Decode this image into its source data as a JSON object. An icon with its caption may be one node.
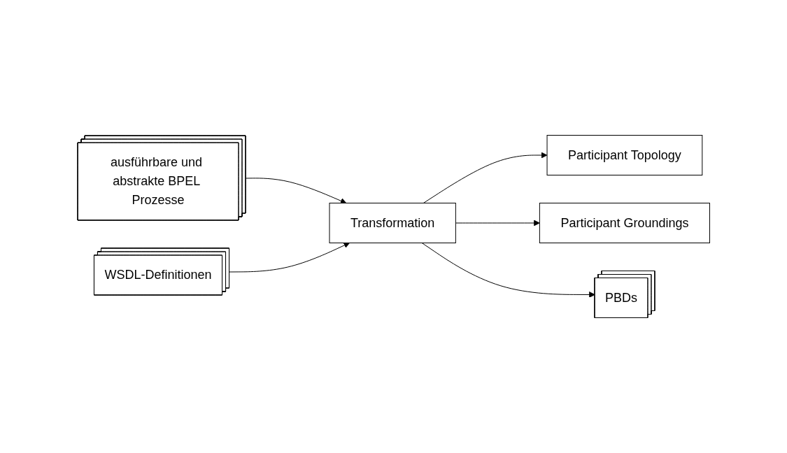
{
  "diagram": {
    "nodes": [
      {
        "text": [
          "ausführbare und abstrakte BPEL Prozesse"
        ]
      },
      {
        "text": [
          "WSDL-Definitionen"
        ]
      },
      {
        "text": [
          "Transformation"
        ]
      },
      {
        "text": [
          "Participant Topology"
        ]
      },
      {
        "text": [
          "Participant Groundings"
        ]
      },
      {
        "text": [
          "PBDs"
        ]
      }
    ],
    "edges": [
      {
        "from": 0,
        "to": 2,
        "arrow": "to"
      },
      {
        "from": 1,
        "to": 2,
        "arrow": "to"
      },
      {
        "from": 2,
        "to": 3,
        "arrow": "to"
      },
      {
        "from": 2,
        "to": 4,
        "arrow": "to"
      },
      {
        "from": 2,
        "to": 5,
        "arrow": "to"
      }
    ]
  }
}
